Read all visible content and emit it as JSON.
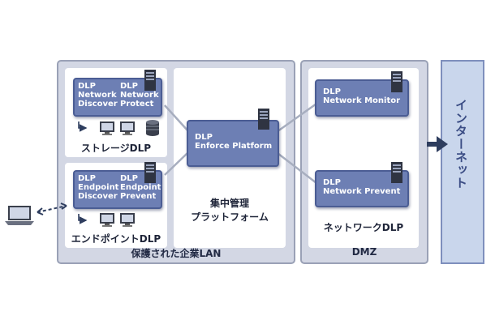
{
  "zones": {
    "lan_label": "保護された企業LAN",
    "dmz_label": "DMZ",
    "internet_label": "インターネット"
  },
  "nodes": {
    "network_discover": "DLP\nNetwork\nDiscover",
    "network_protect": "DLP\nNetwork\nProtect",
    "endpoint_discover": "DLP\nEndpoint\nDiscover",
    "endpoint_prevent": "DLP\nEndpoint\nPrevent",
    "enforce_platform": "DLP\nEnforce Platform",
    "network_monitor": "DLP\nNetwork Monitor",
    "network_prevent": "DLP\nNetwork Prevent"
  },
  "captions": {
    "storage": "ストレージDLP",
    "endpoint": "エンドポイントDLP",
    "central": "集中管理\nプラットフォーム",
    "network": "ネットワークDLP"
  },
  "colors": {
    "node_fill": "#6d7fb4",
    "zone_fill": "#d3d7e4",
    "internet_fill": "#c9d6ec",
    "arrow": "#2e3d5e"
  },
  "icons": [
    "server-icon",
    "monitor-icon",
    "database-icon",
    "laptop-icon",
    "arrow-icon"
  ]
}
